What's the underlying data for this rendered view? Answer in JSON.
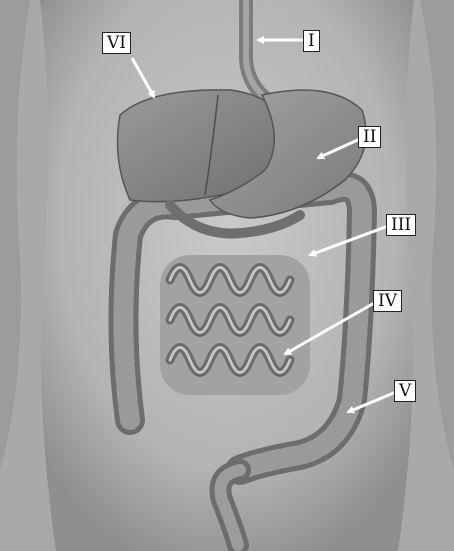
{
  "diagram": {
    "labels": [
      {
        "id": "I",
        "text": "I"
      },
      {
        "id": "II",
        "text": "II"
      },
      {
        "id": "III",
        "text": "III"
      },
      {
        "id": "IV",
        "text": "IV"
      },
      {
        "id": "V",
        "text": "V"
      },
      {
        "id": "VI",
        "text": "VI"
      }
    ]
  },
  "colors": {
    "background": "#a9a9a9",
    "skin": "#bdbdbd",
    "organ": "#8c8c8c",
    "organ_dark": "#5e5e5e",
    "pointer": "#ffffff"
  }
}
